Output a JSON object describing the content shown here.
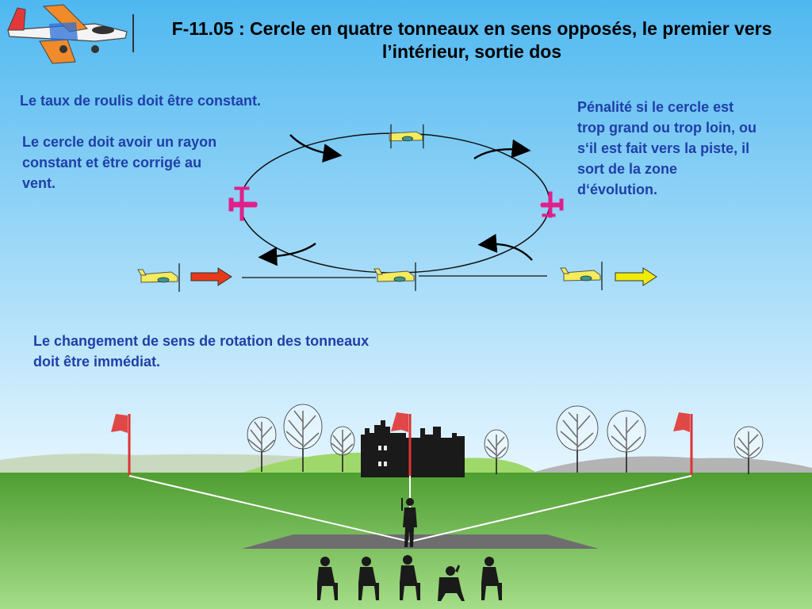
{
  "title": "F-11.05 : Cercle en quatre tonneaux en sens opposés, le premier vers l’intérieur, sortie dos",
  "notes": {
    "roll_rate": "Le taux de roulis doit être constant.",
    "radius": "Le cercle doit avoir un rayon constant et être corrigé au vent.",
    "penalty": "Pénalité si le cercle est trop grand ou trop loin, ou s‘il est fait vers la piste, il sort de la zone d‘évolution.",
    "direction_change": "Le changement de sens de rotation des tonneaux doit être immédiat."
  },
  "colors": {
    "sky_top": "#4fb8f0",
    "sky_bottom": "#e6f6ff",
    "grass": "#5fae3c",
    "text_blue": "#1f3fa8",
    "entry_arrow": "#e53a1a",
    "exit_arrow": "#f2ea0a",
    "side_plane": "#e0208a",
    "plane_yellow": "#f3ec5c"
  }
}
